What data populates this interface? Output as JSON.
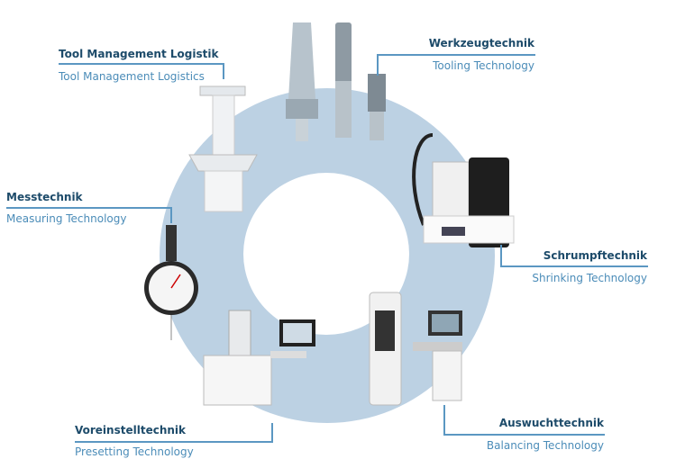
{
  "segments": [
    {
      "id": "tool-management",
      "de": "Tool Management Logistik",
      "en": "Tool Management Logistics"
    },
    {
      "id": "tooling",
      "de": "Werkzeugtechnik",
      "en": "Tooling Technology"
    },
    {
      "id": "measuring",
      "de": "Messtechnik",
      "en": "Measuring Technology"
    },
    {
      "id": "shrinking",
      "de": "Schrumpftechnik",
      "en": "Shrinking Technology"
    },
    {
      "id": "presetting",
      "de": "Voreinstelltechnik",
      "en": "Presetting Technology"
    },
    {
      "id": "balancing",
      "de": "Auswuchttechnik",
      "en": "Balancing Technology"
    }
  ],
  "colors": {
    "ring": "#bcd1e3",
    "title": "#1d4b6a",
    "subtitle": "#4b8cb8",
    "line": "#5b97c2"
  }
}
